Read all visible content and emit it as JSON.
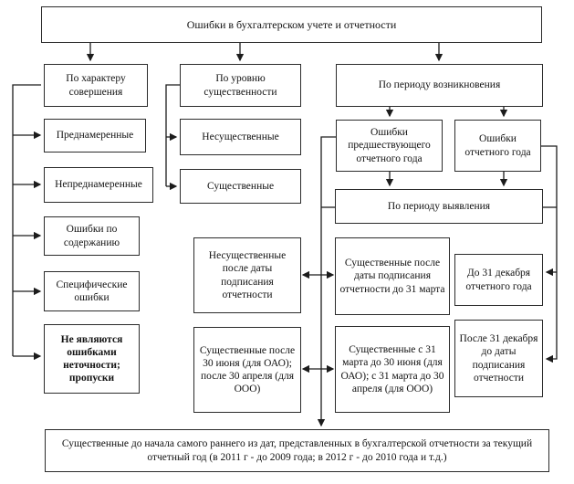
{
  "colors": {
    "background": "#ffffff",
    "line": "#1c1c1c",
    "box_border": "#2b2b2b",
    "text": "#111111"
  },
  "diagram": {
    "root": {
      "label": "Ошибки в бухгалтерском учете и отчетности"
    },
    "by_nature": {
      "label": "По характеру совершения",
      "intentional": "Преднамеренные",
      "unintentional": "Непреднамеренные",
      "content_errors": "Ошибки по содержанию",
      "specific_errors": "Специфические ошибки",
      "not_errors": "Не являются ошибками неточности; пропуски"
    },
    "by_materiality": {
      "label": "По уровню существенности",
      "immaterial": "Несущественные",
      "material": "Существенные"
    },
    "by_occurrence": {
      "label": "По периоду возникновения",
      "prior_year": "Ошибки предшествующего отчетного года",
      "reporting_year": "Ошибки отчетного года"
    },
    "by_detection": {
      "label": "По периоду выявления",
      "immaterial_after_signing": "Несущественные после даты подписания отчетности",
      "material_after_signing": "Существенные после даты подписания отчетности до 31 марта",
      "before_dec31": "До 31 декабря отчетного года",
      "after_dec31": "После 31 декабря до даты подписания отчетности",
      "material_after_jun30": "Существенные после 30 июня (для ОАО); после 30 апреля (для ООО)",
      "material_mar31_jun30": "Существенные с 31 марта до 30 июня (для ОАО); с 31 марта до 30 апреля (для ООО)"
    },
    "footer": "Существенные до начала самого раннего из дат, представленных в бухгалтерской отчетности за текущий отчетный год (в 2011 г - до 2009 года; в 2012 г - до 2010 года и т.д.)"
  }
}
